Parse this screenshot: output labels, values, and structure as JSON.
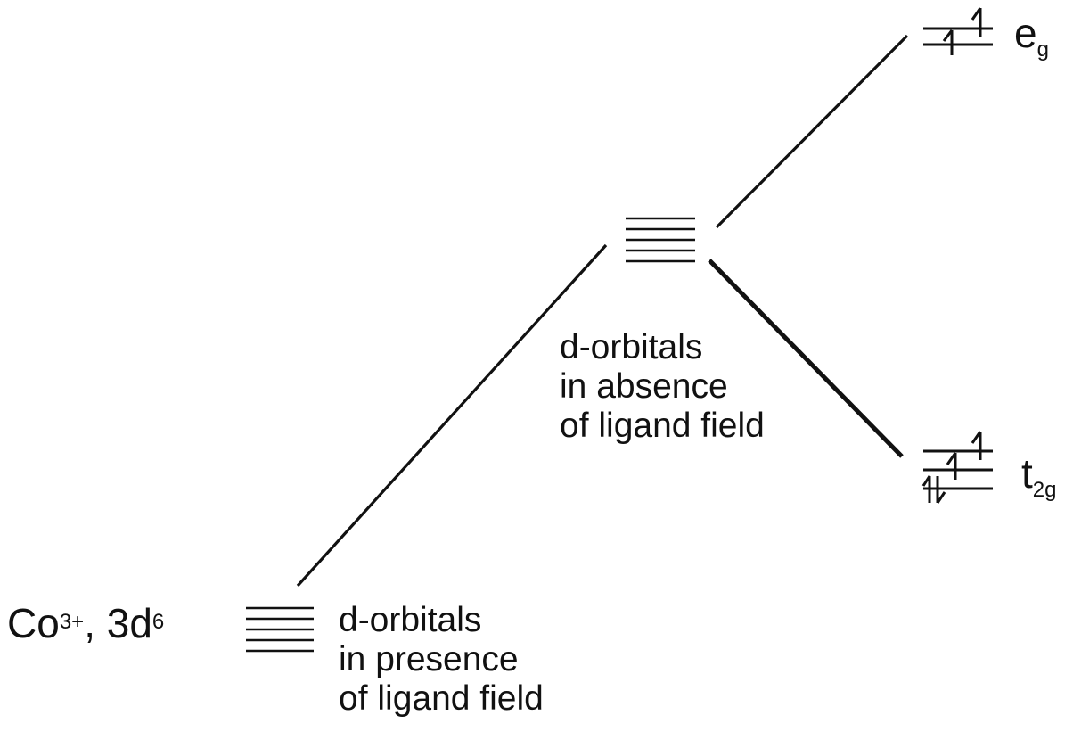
{
  "ion": {
    "symbol": "Co",
    "charge": "3+",
    "separator": ", ",
    "config": "3d",
    "config_sup": "6"
  },
  "levels": {
    "eg": {
      "main": "e",
      "sub": "g"
    },
    "t2g": {
      "main": "t",
      "sub": "2g"
    }
  },
  "absence_label": [
    "d-orbitals",
    "in absence",
    "of ligand field"
  ],
  "presence_label": [
    "d-orbitals",
    "in presence",
    "of ligand field"
  ],
  "colors": {
    "line": "#111111",
    "background": "#ffffff"
  },
  "icons": [
    "spin-up-arrow-icon",
    "spin-down-arrow-icon"
  ]
}
